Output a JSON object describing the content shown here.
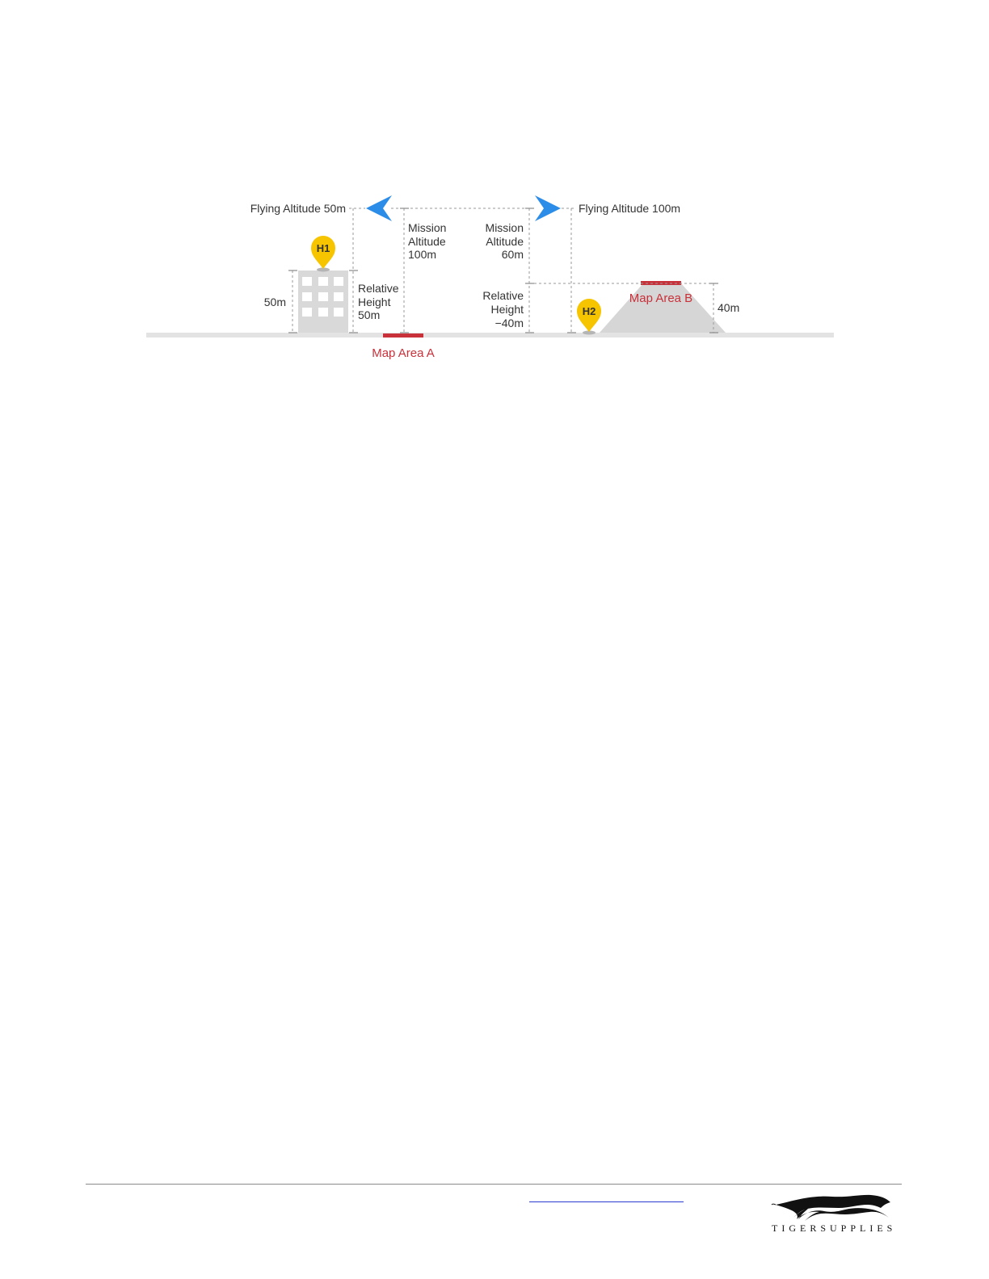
{
  "diagram": {
    "left_site": {
      "flying_altitude": "Flying Altitude 50m",
      "home_point": "H1",
      "building_height": "50m",
      "relative_height": [
        "Relative",
        "Height",
        "50m"
      ],
      "mission_altitude": [
        "Mission",
        "Altitude",
        "100m"
      ],
      "map_area": "Map Area A"
    },
    "right_site": {
      "flying_altitude": "Flying Altitude 100m",
      "home_point": "H2",
      "hill_height": "40m",
      "relative_height": [
        "Relative",
        "Height",
        "−40m"
      ],
      "mission_altitude": [
        "Mission",
        "Altitude",
        "60m"
      ],
      "map_area": "Map Area B"
    },
    "colors": {
      "arrow": "#2b8de8",
      "pin": "#f7c400",
      "map_area": "#c8313a",
      "ground": "#e3e3e3",
      "building": "#d9d9d9",
      "hill": "#d6d6d6"
    }
  },
  "footer": {
    "logo_text": "TIGERSUPPLIES",
    "logo_icon": "tiger-logo-icon"
  }
}
